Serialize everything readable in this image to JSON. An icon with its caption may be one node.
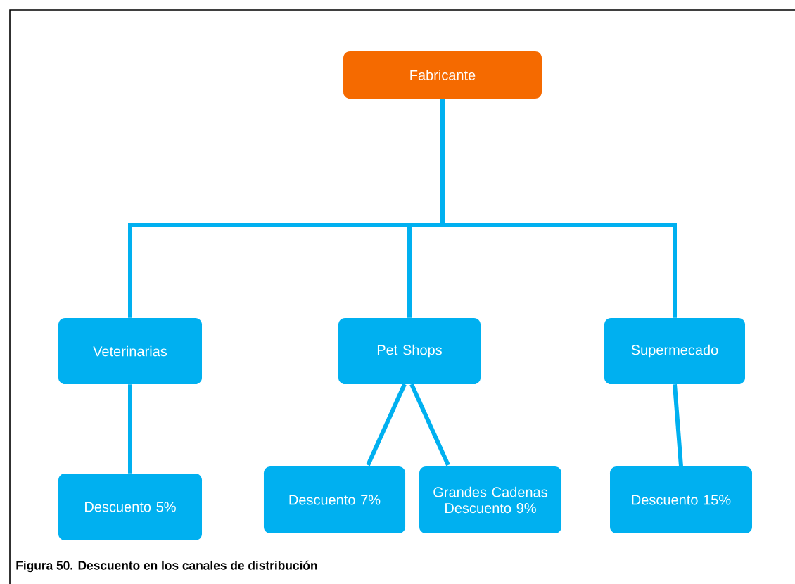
{
  "diagram": {
    "caption": "Figura 50.  Descuento en los canales de distribución",
    "nodes": [
      {
        "text": [
          "Fabricante"
        ]
      },
      {
        "text": [
          "Veterinarias"
        ]
      },
      {
        "text": [
          "Pet Shops"
        ]
      },
      {
        "text": [
          "Supermecado"
        ]
      },
      {
        "text": [
          "Descuento 5%"
        ]
      },
      {
        "text": [
          "Descuento 7%"
        ]
      },
      {
        "text": [
          "Grandes Cadenas Descuento 9%"
        ]
      },
      {
        "text": [
          "Descuento 15%"
        ]
      }
    ],
    "edges": [
      {
        "from": 0,
        "to": 1,
        "arrow": "none"
      },
      {
        "from": 0,
        "to": 2,
        "arrow": "none"
      },
      {
        "from": 0,
        "to": 3,
        "arrow": "none"
      },
      {
        "from": 1,
        "to": 4,
        "arrow": "none"
      },
      {
        "from": 2,
        "to": 5,
        "arrow": "none"
      },
      {
        "from": 2,
        "to": 6,
        "arrow": "none"
      },
      {
        "from": 3,
        "to": 7,
        "arrow": "none"
      }
    ]
  }
}
